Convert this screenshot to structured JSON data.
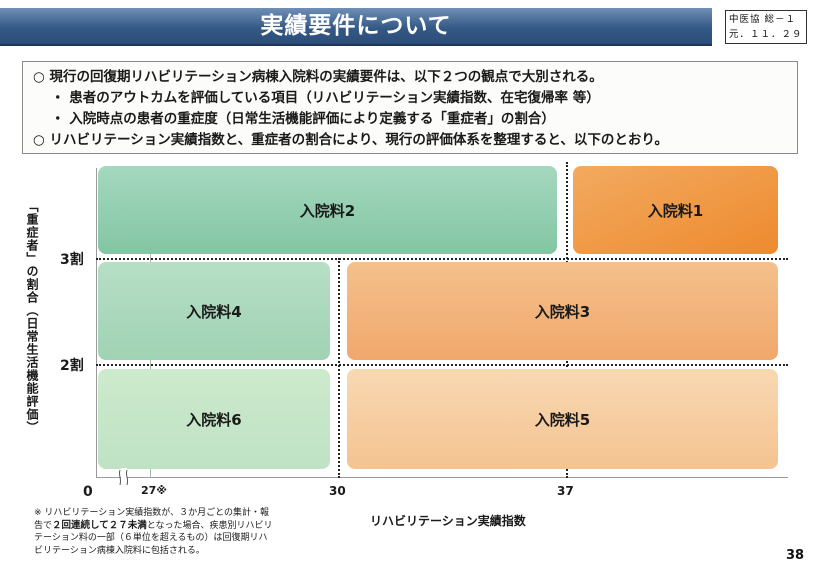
{
  "header": {
    "title": "実績要件について",
    "doc_ref_line1": "中医協 総－１",
    "doc_ref_line2": "元．１１．２９"
  },
  "summary": {
    "line1": "○ 現行の回復期リハビリテーション病棟入院料の実績要件は、以下２つの観点で大別される。",
    "line2": "・ 患者のアウトカムを評価している項目（リハビリテーション実績指数、在宅復帰率 等）",
    "line3": "・ 入院時点の患者の重症度（日常生活機能評価により定義する「重症者」の割合）",
    "line4": "○ リハビリテーション実績指数と、重症者の割合により、現行の評価体系を整理すると、以下のとおり。"
  },
  "diagram": {
    "y_axis_label": "「重症者」の割合（日常生活機能評価）",
    "x_axis_label": "リハビリテーション実績指数",
    "y_ticks": [
      "3割",
      "2割"
    ],
    "x_ticks": {
      "origin": "0",
      "t27": "27※",
      "t30": "30",
      "t37": "37"
    },
    "blocks": {
      "b1": "入院料1",
      "b2": "入院料2",
      "b3": "入院料3",
      "b4": "入院料4",
      "b5": "入院料5",
      "b6": "入院料6"
    }
  },
  "footnote": {
    "mark": "※",
    "text_part1": "リハビリテーション実績指数が、３か月ごとの集計・報告で",
    "text_bold": "２回連続して２７未満",
    "text_part2": "となった場合、疾患別リハビリテーション料の一部（６単位を超えるもの）は回復期リハビリテーション病棟入院料に包括される。"
  },
  "page_number": "38"
}
